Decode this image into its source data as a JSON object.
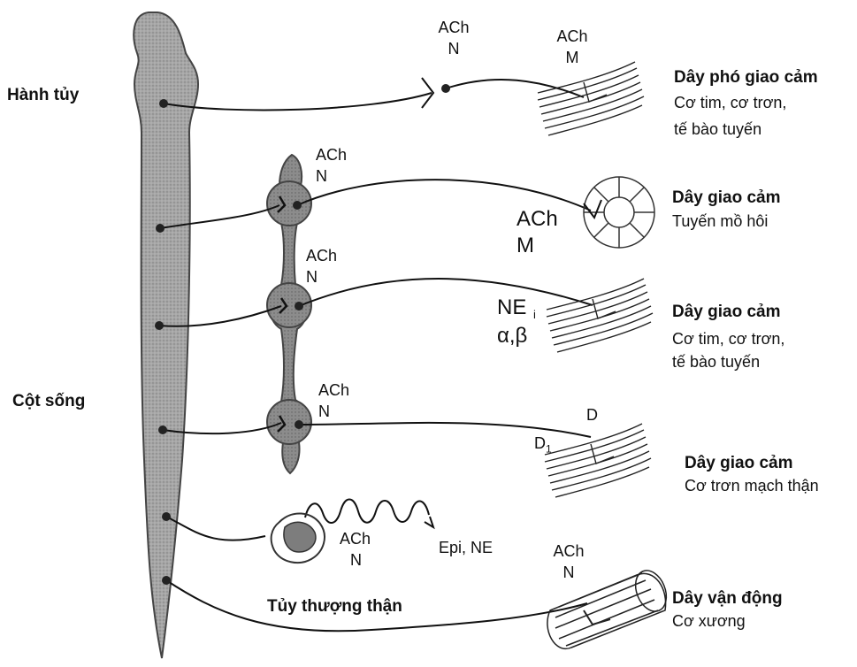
{
  "colors": {
    "cord_fill": "#a9a9a9",
    "cord_stroke": "#444444",
    "ganglion_fill": "#8f8f8f",
    "ink": "#111111"
  },
  "left_labels": {
    "medulla": "Hành tủy",
    "spinal_cord": "Cột sống"
  },
  "receptor_labels": {
    "r1_pre": [
      "ACh",
      "N"
    ],
    "r1_post": [
      "ACh",
      "M"
    ],
    "r2_pre": [
      "ACh",
      "N"
    ],
    "r2_post": [
      "ACh",
      "M"
    ],
    "r3_pre": [
      "ACh",
      "N"
    ],
    "r3_post_ne": "NE",
    "r3_post_sup": "i",
    "r3_post_ab": "α,β",
    "r4_pre": [
      "ACh",
      "N"
    ],
    "r4_post_d": "D",
    "r4_post_d1": "D",
    "r4_post_d1_sub": "1",
    "adrenal_ach": [
      "ACh",
      "N"
    ],
    "adrenal_out": "Epi, NE",
    "adrenal_name": "Tủy thượng thận",
    "motor": [
      "ACh",
      "N"
    ]
  },
  "right_labels": [
    {
      "title": "Dây phó giao cảm",
      "lines": [
        "Cơ tim, cơ trơn,",
        "tế bào tuyến"
      ]
    },
    {
      "title": "Dây giao cảm",
      "lines": [
        "Tuyến mồ hôi"
      ]
    },
    {
      "title": "Dây giao cảm",
      "lines": [
        "Cơ tim, cơ trơn,",
        "tế bào tuyến"
      ]
    },
    {
      "title": "Dây giao cảm",
      "lines": [
        "Cơ trơn mạch thận"
      ]
    },
    {
      "title": "Dây vận động",
      "lines": [
        "Cơ xương"
      ]
    }
  ],
  "icons": {
    "spinal_cord": "spinal-cord-icon",
    "ganglion_chain": "sympathetic-chain-icon",
    "adrenal": "adrenal-medulla-icon",
    "gland": "sweat-gland-icon",
    "muscle": "smooth-muscle-icon",
    "skeletal": "skeletal-muscle-icon"
  }
}
